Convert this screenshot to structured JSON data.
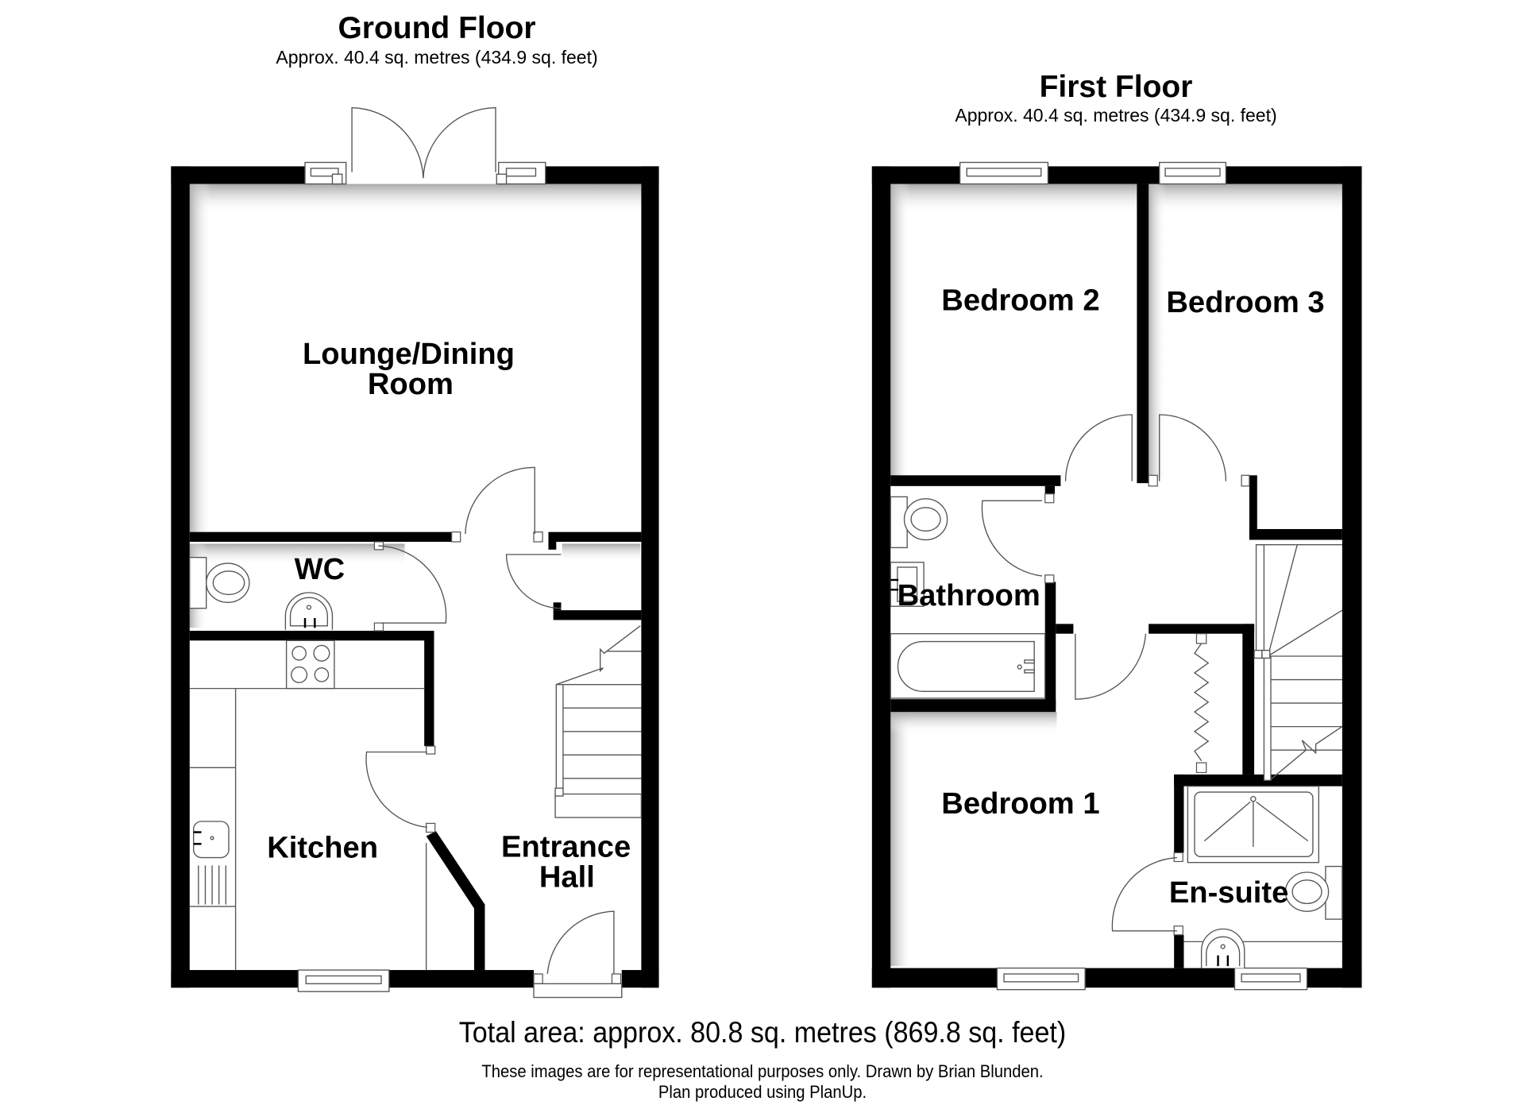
{
  "ground_floor": {
    "title": "Ground Floor",
    "area": "Approx. 40.4 sq. metres (434.9 sq. feet)",
    "rooms": {
      "lounge_line1": "Lounge/Dining",
      "lounge_line2": "Room",
      "wc": "WC",
      "kitchen": "Kitchen",
      "hall_line1": "Entrance",
      "hall_line2": "Hall"
    }
  },
  "first_floor": {
    "title": "First Floor",
    "area": "Approx. 40.4 sq. metres (434.9 sq. feet)",
    "rooms": {
      "bedroom2": "Bedroom 2",
      "bedroom3": "Bedroom 3",
      "bathroom": "Bathroom",
      "bedroom1": "Bedroom 1",
      "ensuite": "En-suite"
    }
  },
  "footer": {
    "total_area": "Total area: approx. 80.8 sq. metres (869.8 sq. feet)",
    "disclaimer_line1": "These images are for representational purposes only. Drawn by Brian Blunden.",
    "disclaimer_line2": "Plan produced using PlanUp."
  },
  "colors": {
    "wall": "#000000",
    "background": "#ffffff",
    "fixture_line": "#555555"
  }
}
